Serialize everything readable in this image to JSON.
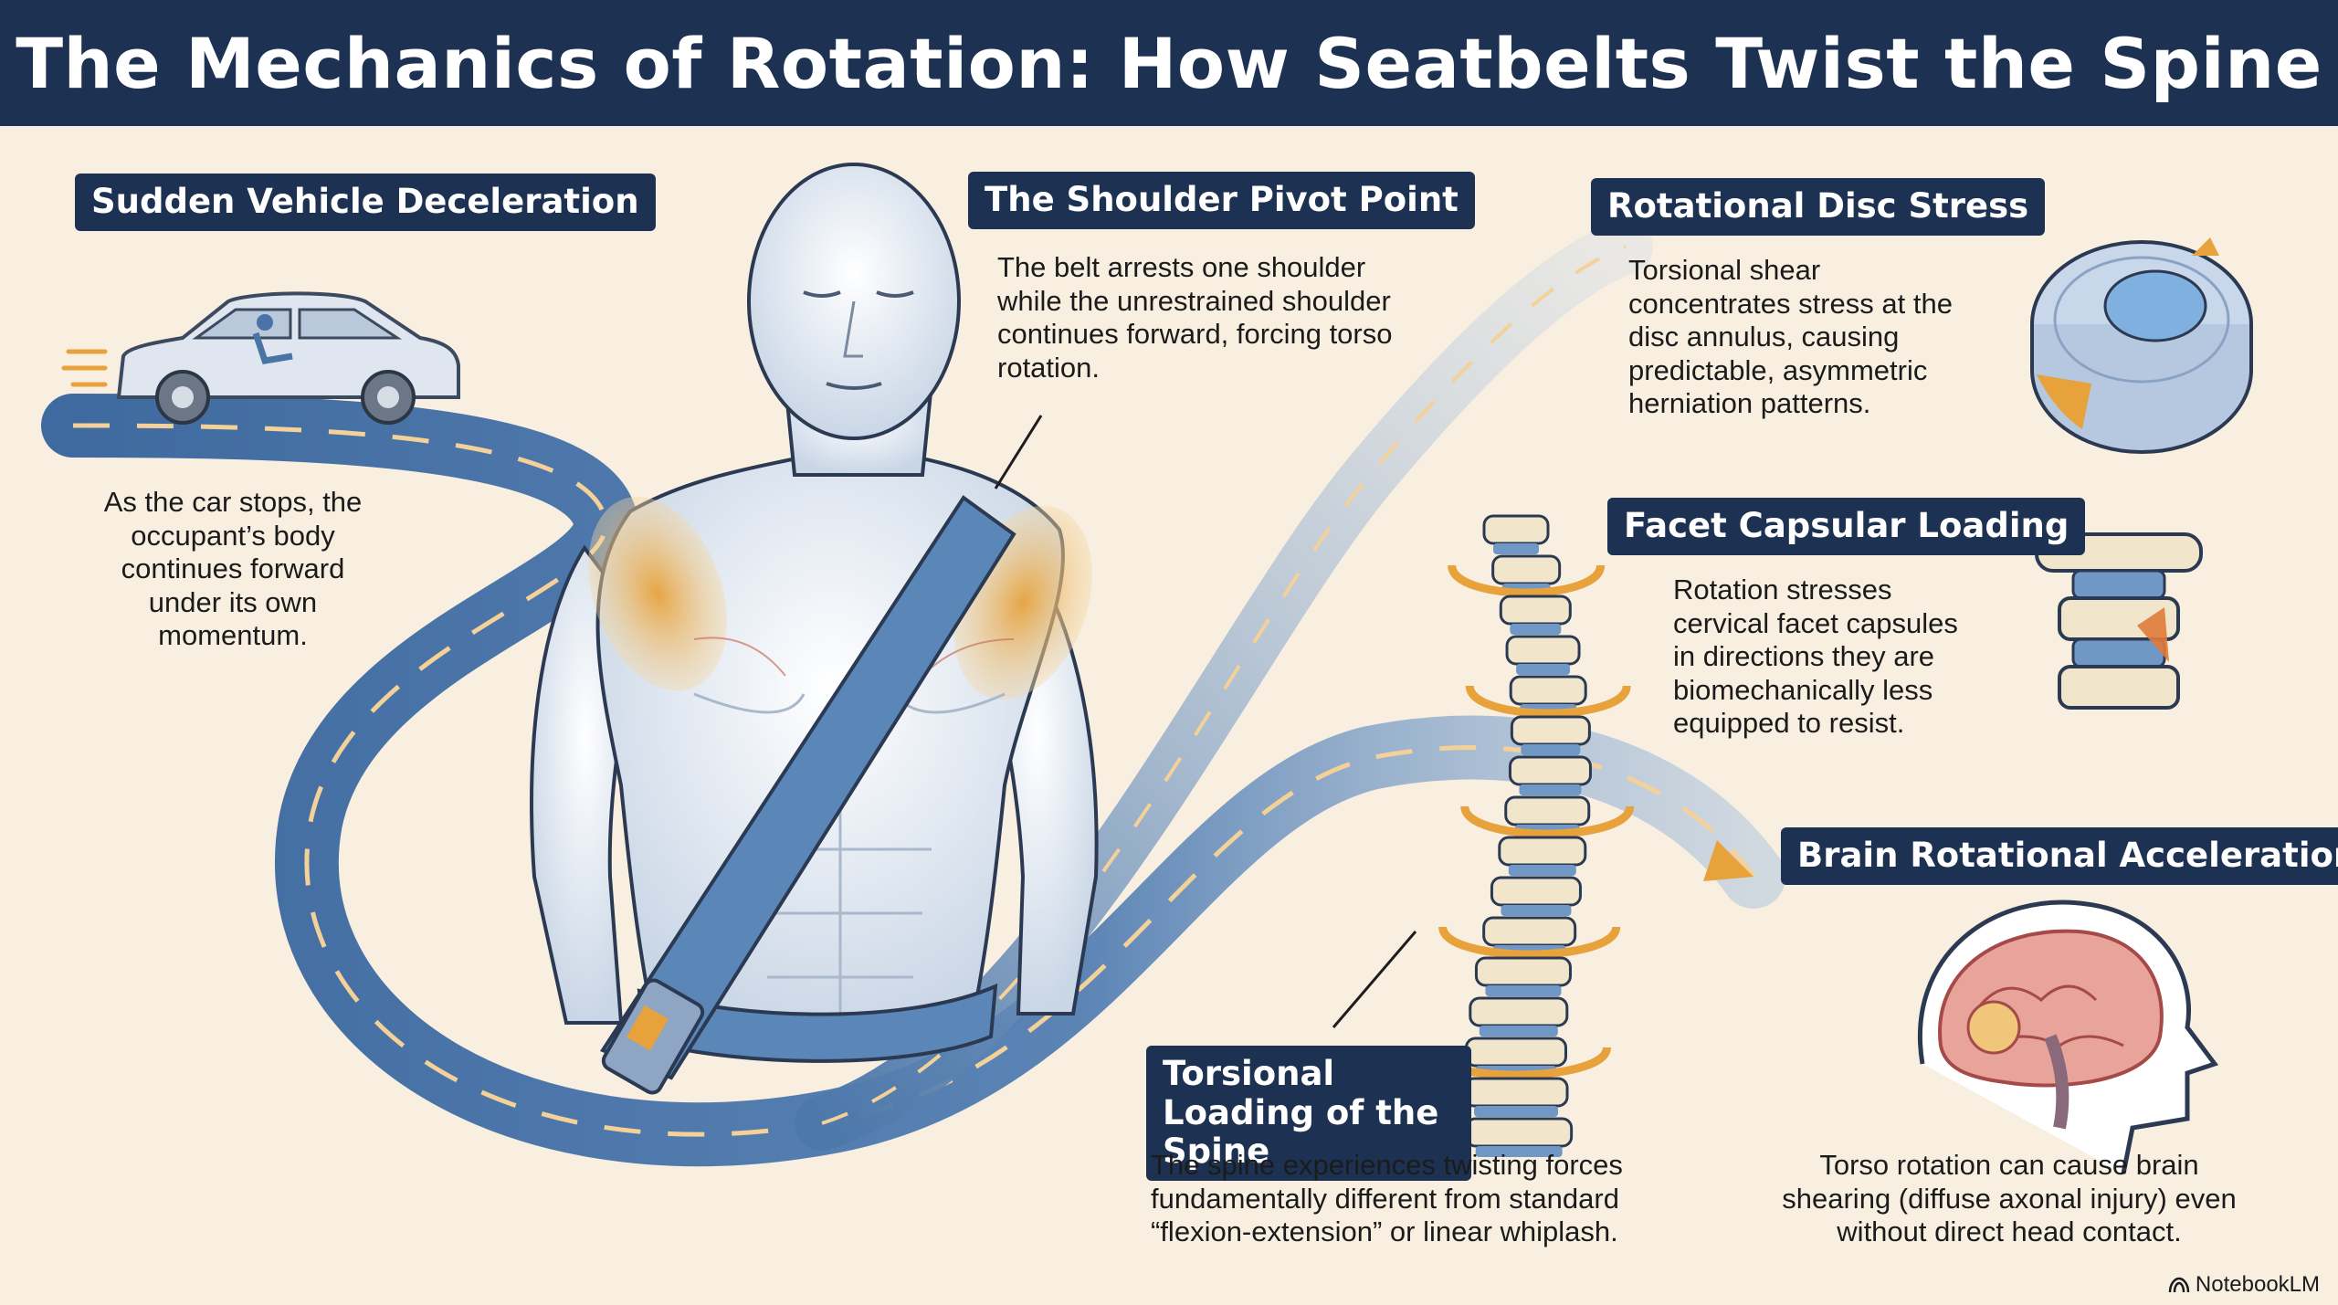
{
  "title": "The Mechanics of Rotation: How Seatbelts Twist the Spine",
  "sections": [
    {
      "id": "deceleration",
      "heading": "Sudden Vehicle Deceleration",
      "text": "As the car stops, the occupant’s body continues forward under its own momentum."
    },
    {
      "id": "shoulder",
      "heading": "The Shoulder Pivot Point",
      "text": "The belt arrests one shoulder while the unrestrained shoulder continues forward, forcing torso rotation."
    },
    {
      "id": "disc",
      "heading": "Rotational Disc Stress",
      "text": "Torsional shear concentrates stress at the disc annulus, causing predictable, asymmetric herniation patterns."
    },
    {
      "id": "facet",
      "heading": "Facet Capsular Loading",
      "text": "Rotation stresses cervical facet capsules in directions they are biomechanically less equipped to resist."
    },
    {
      "id": "brain",
      "heading": "Brain Rotational Acceleration",
      "text": "Torso rotation can cause brain shearing (diffuse axonal injury) even without direct head contact."
    },
    {
      "id": "torsion",
      "heading": "Torsional Loading of the Spine",
      "text": "The spine experiences twisting forces fundamentally different from standard “flexion-extension” or linear whiplash."
    }
  ],
  "footer": "NotebookLM",
  "colors": {
    "navy": "#1d3252",
    "background": "#f8efe1",
    "flow_blue": "#4a74a6",
    "accent_orange": "#e7a23c",
    "belt": "#5a86b8"
  },
  "icons": [
    "car-icon",
    "body-illustration",
    "disc-illustration",
    "vertebrae-illustration",
    "spine-illustration",
    "brain-illustration",
    "notebooklm-logo-icon"
  ]
}
